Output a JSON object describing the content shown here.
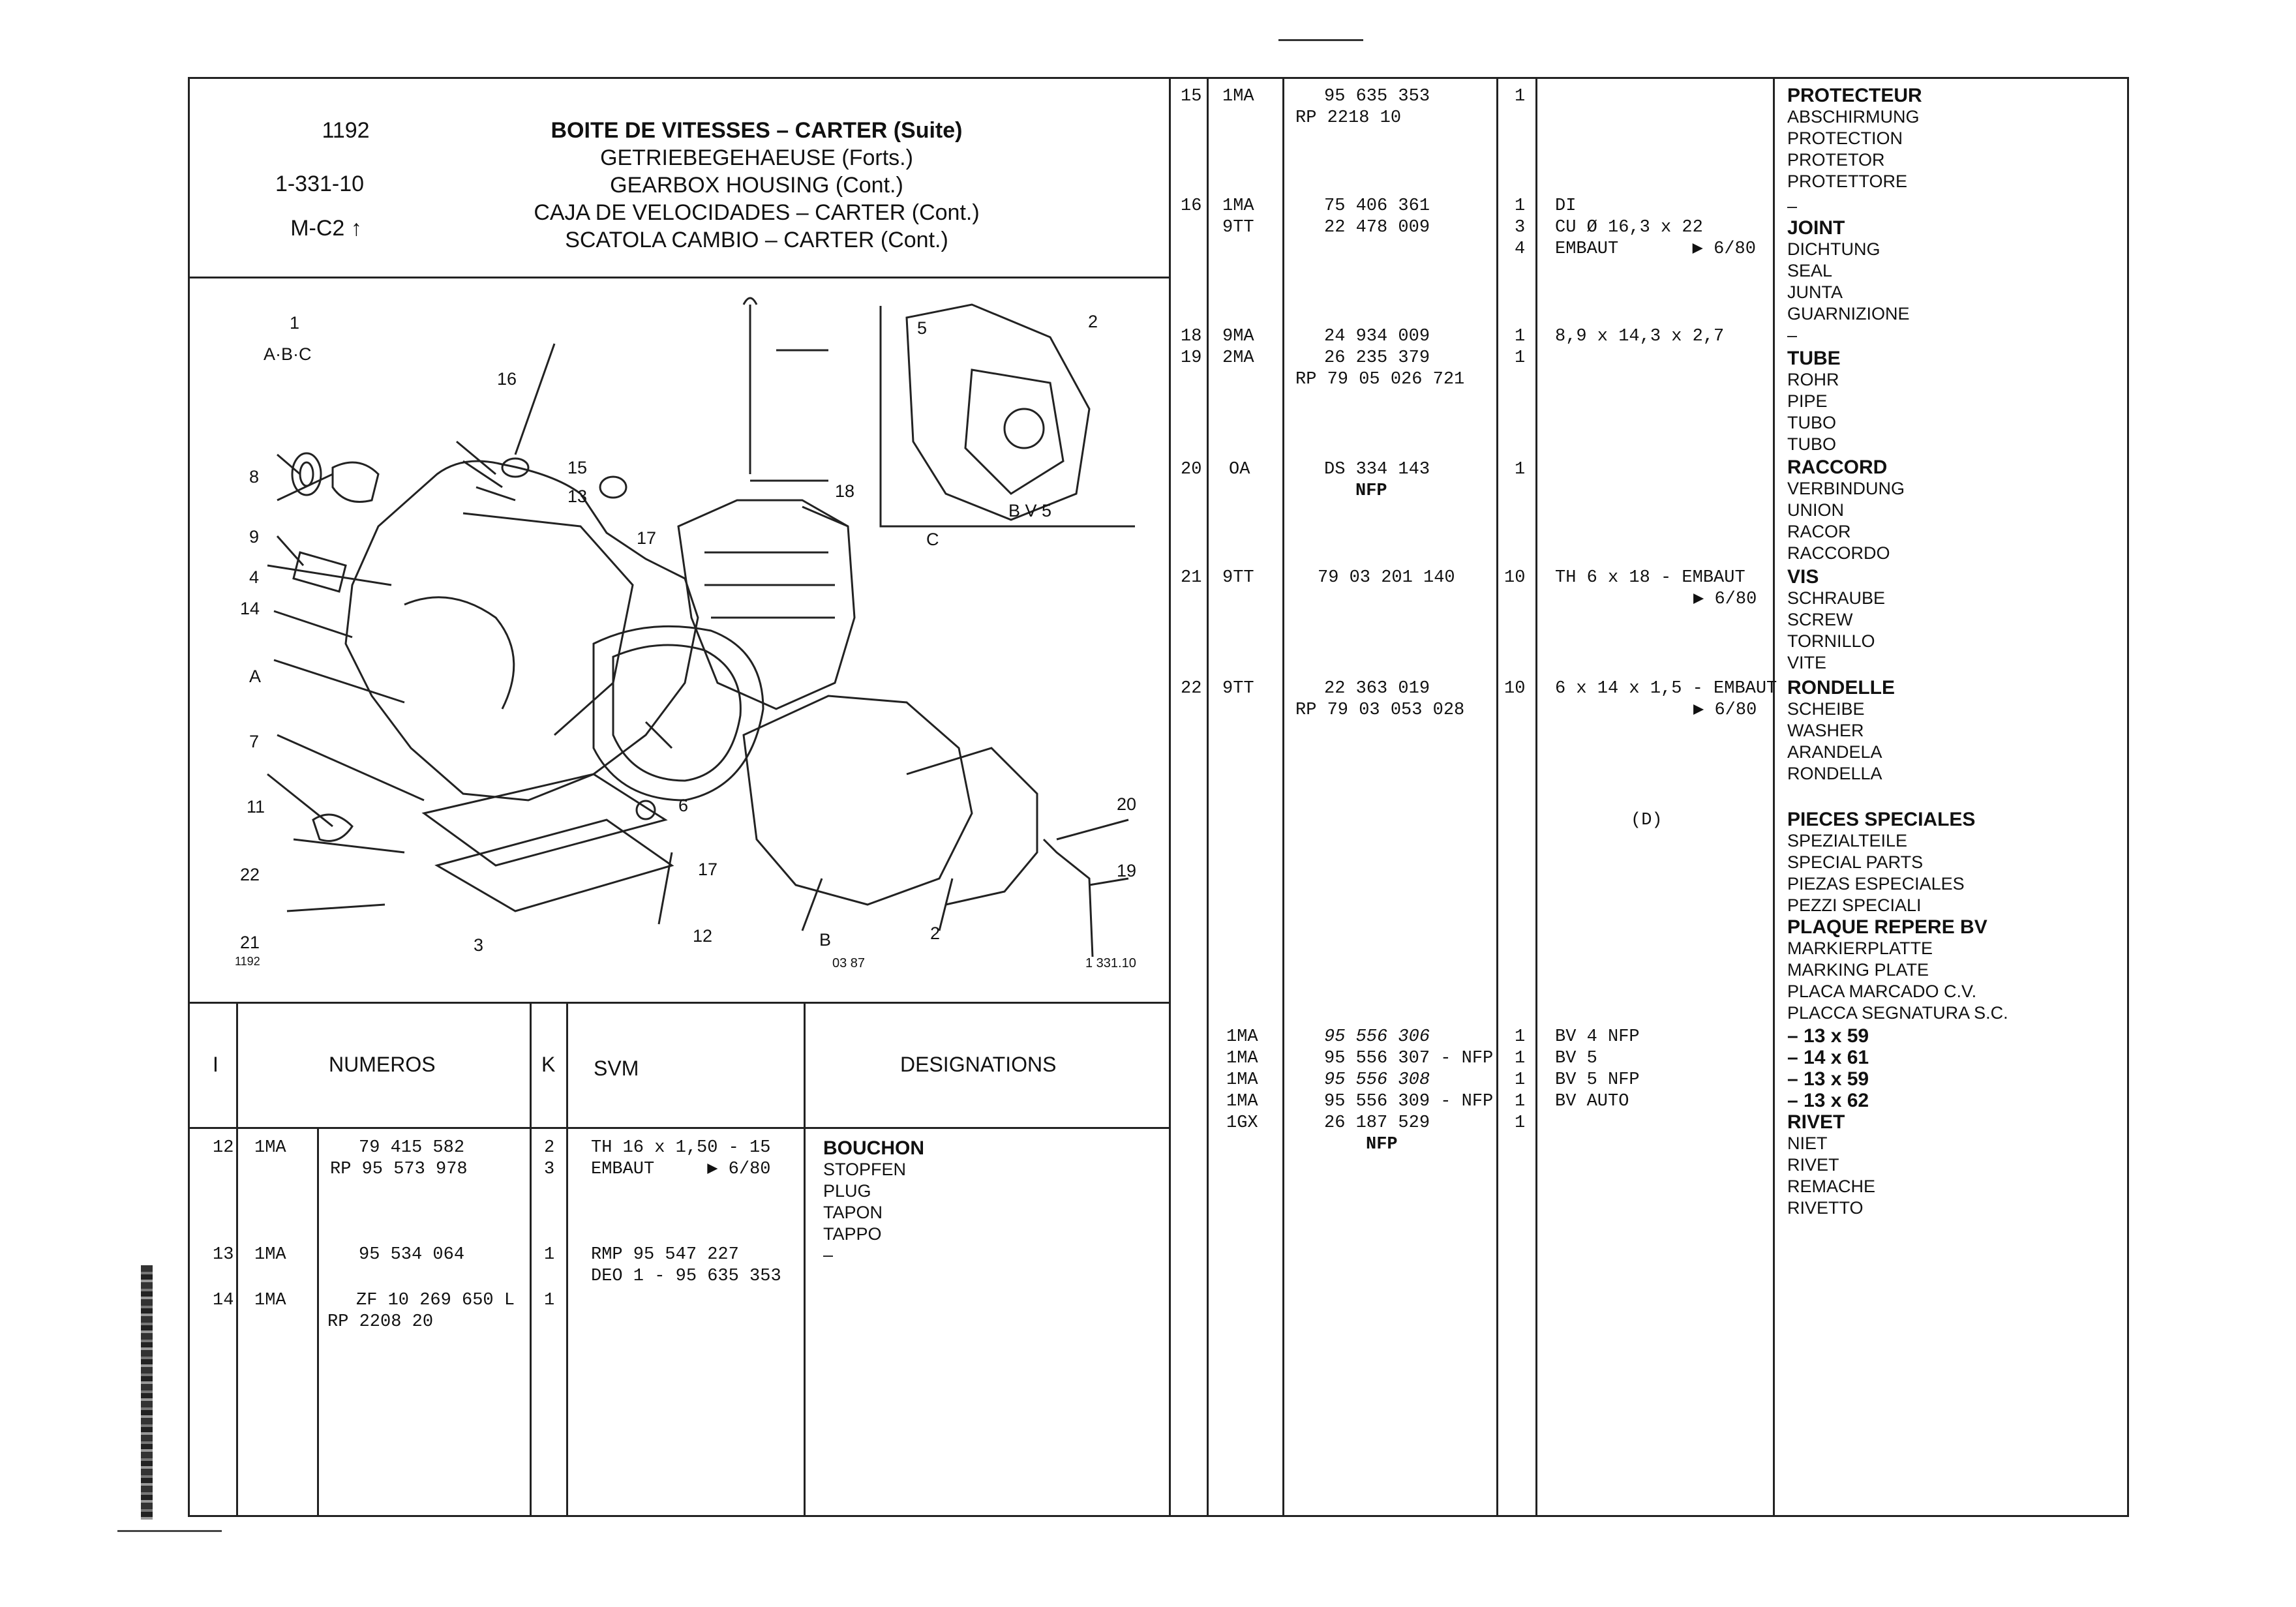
{
  "header": {
    "ref_code": "1192",
    "group_code": "1-331-10",
    "model_code": "M-C2",
    "titles": [
      "BOITE DE VITESSES – CARTER (Suite)",
      "GETRIEBEGEHAEUSE (Forts.)",
      "GEARBOX HOUSING (Cont.)",
      "CAJA DE VELOCIDADES – CARTER (Cont.)",
      "SCATOLA CAMBIO – CARTER (Cont.)"
    ]
  },
  "diagram": {
    "assembly_label": "1",
    "assembly_sub": "A·B·C",
    "inset_label": "B V 5",
    "footer_left": "1192",
    "footer_mid": "03 87",
    "footer_right": "1 331.10",
    "callouts": [
      "16",
      "8",
      "9",
      "4",
      "14",
      "A",
      "7",
      "11",
      "22",
      "21",
      "3",
      "15",
      "13",
      "17",
      "6",
      "18",
      "C",
      "12",
      "17",
      "B",
      "2",
      "20",
      "19",
      "5",
      "2"
    ]
  },
  "table_headers": {
    "index": "I",
    "numbers": "NUMEROS",
    "k": "K",
    "svm": "SVM",
    "designations": "DESIGNATIONS"
  },
  "left_rows": [
    {
      "item": "12",
      "code": "1MA",
      "numbers": [
        "79 415 582",
        "RP 95 573 978"
      ],
      "qty": [
        "2",
        "3"
      ],
      "spec": [
        "TH 16 x 1,50 - 15",
        "EMBAUT     ▶ 6/80"
      ],
      "designation": [
        "BOUCHON",
        "STOPFEN",
        "PLUG",
        "TAPON",
        "TAPPO"
      ]
    },
    {
      "item": "13",
      "code": "1MA",
      "numbers": [
        "95 534 064"
      ],
      "qty": [
        "1"
      ],
      "spec": [
        "RMP 95 547 227",
        "DEO 1 - 95 635 353"
      ],
      "designation": [
        "–"
      ]
    },
    {
      "item": "14",
      "code": "1MA",
      "numbers": [
        "ZF 10 269 650 L",
        "RP 2208 20"
      ],
      "qty": [
        "1"
      ],
      "spec": [],
      "designation": []
    }
  ],
  "right_rows": [
    {
      "item": "15",
      "code": "1MA",
      "numbers": [
        "95 635 353",
        "RP 2218 10"
      ],
      "qty": [
        "1"
      ],
      "spec": [],
      "designation": [
        "PROTECTEUR",
        "ABSCHIRMUNG",
        "PROTECTION",
        "PROTETOR",
        "PROTETTORE"
      ]
    },
    {
      "item": "16",
      "code": "1MA",
      "numbers": [
        "75 406 361"
      ],
      "qty": [
        "1"
      ],
      "spec": [
        "DI"
      ],
      "designation": [
        "–"
      ]
    },
    {
      "item": "",
      "code": "9TT",
      "numbers": [
        "22 478 009"
      ],
      "qty": [
        "3",
        "4"
      ],
      "spec": [
        "CU Ø 16,3 x 22",
        "EMBAUT       ▶ 6/80"
      ],
      "designation": [
        "JOINT",
        "DICHTUNG",
        "SEAL",
        "JUNTA",
        "GUARNIZIONE",
        "–"
      ]
    },
    {
      "item": "18",
      "code": "9MA",
      "numbers": [
        "24 934 009"
      ],
      "qty": [
        "1"
      ],
      "spec": [
        "8,9 x 14,3 x 2,7"
      ],
      "designation": []
    },
    {
      "item": "19",
      "code": "2MA",
      "numbers": [
        "26 235 379",
        "RP 79 05 026 721"
      ],
      "qty": [
        "1"
      ],
      "spec": [],
      "designation": [
        "TUBE",
        "ROHR",
        "PIPE",
        "TUBO",
        "TUBO"
      ]
    },
    {
      "item": "20",
      "code": "OA",
      "numbers": [
        "DS 334 143",
        "NFP"
      ],
      "qty": [
        "1"
      ],
      "spec": [],
      "designation": [
        "RACCORD",
        "VERBINDUNG",
        "UNION",
        "RACOR",
        "RACCORDO"
      ]
    },
    {
      "item": "21",
      "code": "9TT",
      "numbers": [
        "79 03 201 140"
      ],
      "qty": [
        "10"
      ],
      "spec": [
        "TH 6 x 18 - EMBAUT",
        "▶ 6/80"
      ],
      "designation": [
        "VIS",
        "SCHRAUBE",
        "SCREW",
        "TORNILLO",
        "VITE"
      ]
    },
    {
      "item": "22",
      "code": "9TT",
      "numbers": [
        "22 363 019",
        "RP 79 03 053 028"
      ],
      "qty": [
        "10"
      ],
      "spec": [
        "6 x 14 x 1,5 - EMBAUT",
        "▶ 6/80"
      ],
      "designation": [
        "RONDELLE",
        "SCHEIBE",
        "WASHER",
        "ARANDELA",
        "RONDELLA"
      ]
    },
    {
      "item": "",
      "code": "",
      "numbers": [],
      "qty": [],
      "spec": [
        "(D)"
      ],
      "designation": [
        "PIECES SPECIALES",
        "SPEZIALTEILE",
        "SPECIAL PARTS",
        "PIEZAS ESPECIALES",
        "PEZZI SPECIALI",
        "PLAQUE REPERE BV",
        "MARKIERPLATTE",
        "MARKING PLATE",
        "PLACA MARCADO C.V.",
        "PLACCA SEGNATURA S.C."
      ]
    },
    {
      "item": "",
      "code": "1MA\n1MA\n1MA\n1MA\n1GX",
      "numbers": [
        "95 556 306",
        "95 556 307 - NFP",
        "95 556 308",
        "95 556 309 - NFP",
        "26 187 529",
        "NFP"
      ],
      "qty": [
        "1",
        "1",
        "1",
        "1",
        "1"
      ],
      "spec": [
        "BV 4 NFP",
        "BV 5",
        "BV 5 NFP",
        "BV AUTO"
      ],
      "designation": [
        "– 13 x 59",
        "– 14 x 61",
        "– 13 x 59",
        "– 13 x 62",
        "RIVET",
        "NIET",
        "RIVET",
        "REMACHE",
        "RIVETTO"
      ]
    }
  ]
}
